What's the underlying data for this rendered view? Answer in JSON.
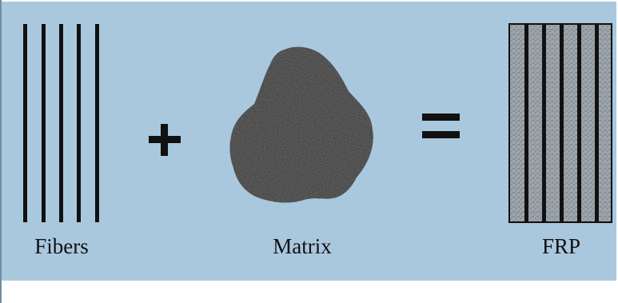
{
  "diagram": {
    "labels": {
      "fibers": "Fibers",
      "matrix": "Matrix",
      "frp": "FRP"
    },
    "operators": {
      "plus": "+",
      "equals": "="
    },
    "colors": {
      "background": "#a9c8de",
      "ink": "#111111",
      "matrix_fill": "#2b2b2b",
      "frp_fill": "#8c8f93"
    }
  }
}
